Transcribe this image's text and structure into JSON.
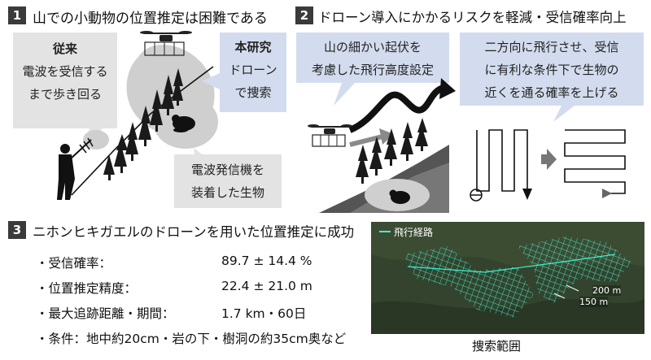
{
  "panel1": {
    "number": "1",
    "heading": "山での小動物の位置推定は困難である",
    "conventional": {
      "title": "従来",
      "line1": "電波を受信する",
      "line2": "まで歩き回る"
    },
    "this_study": {
      "title": "本研究",
      "line1": "ドローン",
      "line2": "で捜索"
    },
    "transmitter": {
      "line1": "電波発信機を",
      "line2": "装着した生物"
    }
  },
  "panel2": {
    "number": "2",
    "heading": "ドローン導入にかかるリスクを軽減・受信確率向上",
    "bubble_left": {
      "line1": "山の細かい起伏を",
      "line2": "考慮した飛行高度設定"
    },
    "bubble_right": {
      "line1": "二方向に飛行させ、受信",
      "line2": "に有利な条件下で生物の",
      "line3": "近くを通る確率を上げる"
    }
  },
  "panel3": {
    "number": "3",
    "heading": "ニホンヒキガエルのドローンを用いた位置推定に成功",
    "results": [
      {
        "label": "・受信確率：",
        "value": "89.7 ± 14.4 %"
      },
      {
        "label": "・位置推定精度：",
        "value": "22.4 ± 21.0 m"
      },
      {
        "label": "・最大追跡距離・期間：",
        "value": "1.7 km・60日"
      }
    ],
    "condition": "・条件：地中約20cm・岩の下・樹洞の約35cm奥など",
    "map": {
      "legend": "飛行経路",
      "scale_200": "200 m",
      "scale_150": "150 m",
      "caption": "捜索範囲",
      "route_color": "#3ff0d0"
    }
  },
  "colors": {
    "blue_bubble": "#d3dcee",
    "grey_bubble": "#e3e3e3",
    "number_box": "#3a3a3a"
  }
}
